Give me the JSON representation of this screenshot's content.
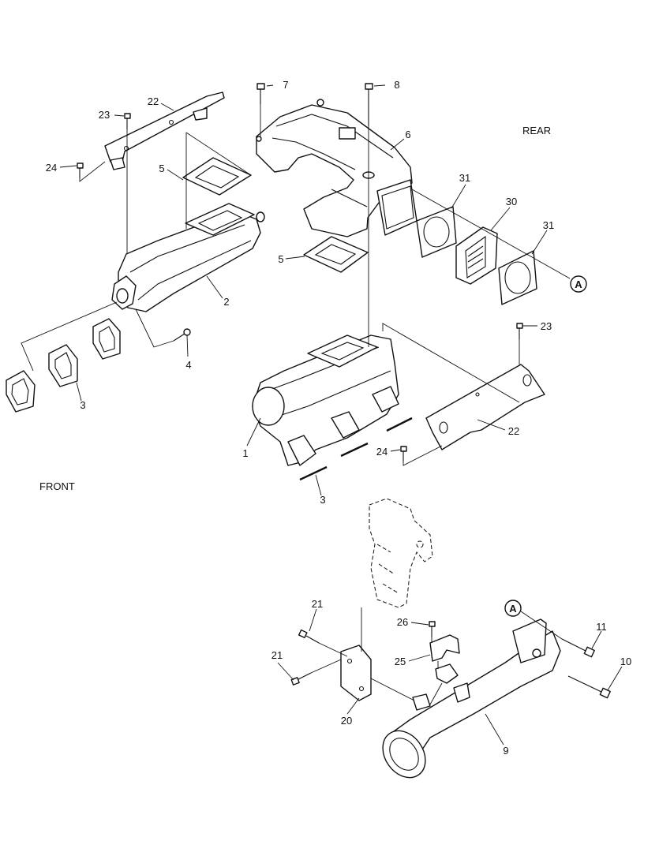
{
  "orientation": {
    "rear": "REAR",
    "front": "FRONT"
  },
  "callouts": [
    {
      "id": "c7",
      "text": "7"
    },
    {
      "id": "c8",
      "text": "8"
    },
    {
      "id": "c22a",
      "text": "22"
    },
    {
      "id": "c23a",
      "text": "23"
    },
    {
      "id": "c6",
      "text": "6"
    },
    {
      "id": "c24a",
      "text": "24"
    },
    {
      "id": "c5a",
      "text": "5"
    },
    {
      "id": "c31a",
      "text": "31"
    },
    {
      "id": "c30",
      "text": "30"
    },
    {
      "id": "c31b",
      "text": "31"
    },
    {
      "id": "c5b",
      "text": "5"
    },
    {
      "id": "c2",
      "text": "2"
    },
    {
      "id": "c4",
      "text": "4"
    },
    {
      "id": "c23b",
      "text": "23"
    },
    {
      "id": "c3a",
      "text": "3"
    },
    {
      "id": "c22b",
      "text": "22"
    },
    {
      "id": "c1",
      "text": "1"
    },
    {
      "id": "c24b",
      "text": "24"
    },
    {
      "id": "c3b",
      "text": "3"
    },
    {
      "id": "c21a",
      "text": "21"
    },
    {
      "id": "c26",
      "text": "26"
    },
    {
      "id": "c11",
      "text": "11"
    },
    {
      "id": "c25",
      "text": "25"
    },
    {
      "id": "c21b",
      "text": "21"
    },
    {
      "id": "c10",
      "text": "10"
    },
    {
      "id": "c20",
      "text": "20"
    },
    {
      "id": "c9",
      "text": "9"
    }
  ],
  "reference_markers": [
    {
      "id": "refA1",
      "text": "A"
    },
    {
      "id": "refA2",
      "text": "A"
    }
  ]
}
